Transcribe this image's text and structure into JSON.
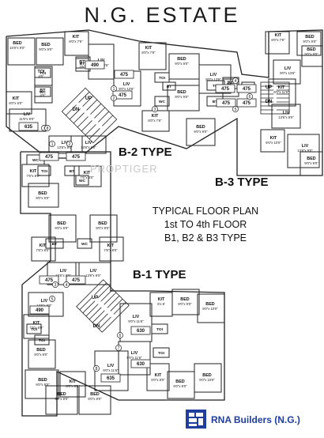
{
  "title": "N.G. ESTATE",
  "watermark": "PROPTIGER",
  "types": {
    "b2": "B-2 TYPE",
    "b3": "B-3 TYPE",
    "b1": "B-1 TYPE"
  },
  "note": {
    "line1": "TYPICAL FLOOR PLAN",
    "line2": "1st TO 4th FLOOR",
    "line3": "B1, B2 & B3  TYPE"
  },
  "brand": {
    "name": "RNA Builders (N.G.)",
    "color": "#1f3e9e"
  },
  "rooms": [
    {
      "name": "BED",
      "dim": "10'0\"x 9'0\""
    },
    {
      "name": "BED",
      "dim": "9'0\"x 9'0\""
    },
    {
      "name": "KIT",
      "dim": "8'0\"x 7'6\""
    },
    {
      "name": "TOI",
      "dim": "4'6\""
    },
    {
      "name": "LIV",
      "dim": "9'0\"x 13'6\""
    },
    {
      "name": "BT",
      "dim": "3'6\""
    },
    {
      "name": "BT",
      "dim": "4'6\""
    },
    {
      "name": "KIT",
      "dim": "8'0\"x 6'0\""
    },
    {
      "name": "LIV",
      "dim": "11'6\"x 9'0\""
    },
    {
      "name": "KIT",
      "dim": "8'0\"x 7'6\""
    },
    {
      "name": "BED",
      "dim": "9'0\"x 9'0\""
    },
    {
      "name": "LIV",
      "dim": "9'0\"x 13'6\""
    },
    {
      "name": "LIV",
      "dim": "9'0\"x 13'6\""
    },
    {
      "name": "BED",
      "dim": "9'0\"x 9'0\""
    },
    {
      "name": "KIT",
      "dim": "8'0\"x 7'6\""
    },
    {
      "name": "BED",
      "dim": "9'0\"x 9'0\""
    },
    {
      "name": "BED",
      "dim": "9'0\"x 9'0\""
    },
    {
      "name": "KIT",
      "dim": "8'0\"x 7'6\""
    },
    {
      "name": "WC",
      "dim": "4'6\""
    },
    {
      "name": "LIV",
      "dim": "9'0\"x 13'6\""
    },
    {
      "name": "BED",
      "dim": "9'0\"x 9'0\""
    },
    {
      "name": "KIT",
      "dim": "6'0\"x 11'0\""
    },
    {
      "name": "LIV",
      "dim": "13'6\"x 9'0\""
    },
    {
      "name": "KIT",
      "dim": "6'0\"x 10'0\""
    },
    {
      "name": "LIV",
      "dim": "13'6\"x 9'0\""
    },
    {
      "name": "BED",
      "dim": "9'0\"x 9'0\""
    },
    {
      "name": "LIV",
      "dim": "13'6\"x 9'0\""
    },
    {
      "name": "LIV",
      "dim": "13'6\"x 9'0\""
    },
    {
      "name": "KIT",
      "dim": "7'6\"x 8'0\""
    },
    {
      "name": "KIT",
      "dim": "7'6\"x 8'0\""
    },
    {
      "name": "BED",
      "dim": "9'0\"x 9'0\""
    },
    {
      "name": "BED",
      "dim": "9'0\"x 9'0\""
    },
    {
      "name": "BED",
      "dim": "9'0\"x 9'0\""
    },
    {
      "name": "KIT",
      "dim": "7'6\"x 8'0\""
    },
    {
      "name": "KIT",
      "dim": "7'6\"x 8'0\""
    },
    {
      "name": "LIV",
      "dim": "13'6\"x 9'0\""
    },
    {
      "name": "LIV",
      "dim": "13'6\"x 9'0\""
    },
    {
      "name": "LIV",
      "dim": "13'6\"x 9'0\""
    },
    {
      "name": "KIT",
      "dim": "7'6\"x 8'0\""
    },
    {
      "name": "BED",
      "dim": "9'0\"x 9'0\""
    },
    {
      "name": "BED",
      "dim": "9'0\"x 9'0\""
    },
    {
      "name": "LIV",
      "dim": "9'0\"x 11'6\""
    },
    {
      "name": "KIT",
      "dim": "6'x 8'"
    },
    {
      "name": "BED",
      "dim": "9'0\"x 9'0\""
    },
    {
      "name": "BED",
      "dim": "9'0\"x 10'0\""
    },
    {
      "name": "LIV",
      "dim": "9'0\"x 11'6\""
    },
    {
      "name": "KIT",
      "dim": "6'0\"x 8'0\""
    },
    {
      "name": "BED",
      "dim": "9'0\"x 9'0\""
    },
    {
      "name": "BED",
      "dim": "9'0\"x 10'0\""
    },
    {
      "name": "KIT",
      "dim": "8'0\"x 8'0\""
    },
    {
      "name": "LIV",
      "dim": "9'0\"x 11'6\""
    },
    {
      "name": "BED",
      "dim": "9'0\"x 9'0\""
    },
    {
      "name": "BED",
      "dim": "9'0\"x 9'0\""
    }
  ],
  "wet": [
    "TOI",
    "BT",
    "WC",
    "TOI",
    "BT",
    "WC",
    "TOI",
    "WC",
    "TOI",
    "BT",
    "WC",
    "TOI",
    "BT",
    "WC",
    "BT",
    "WC",
    "TOI",
    "TOI",
    "TOI",
    "TOI"
  ],
  "areas": [
    "490",
    "475",
    "475",
    "475",
    "475",
    "475",
    "475",
    "635",
    "475",
    "475",
    "475",
    "475",
    "490",
    "630",
    "630",
    "635"
  ],
  "flat_numbers": [
    "1",
    "2",
    "3",
    "4",
    "5",
    "6",
    "7",
    "8",
    "1",
    "2",
    "3",
    "4",
    "5",
    "6",
    "7",
    "8"
  ],
  "stair_labels": [
    "UP",
    "DN",
    "UP",
    "DN",
    "UP",
    "DN"
  ]
}
